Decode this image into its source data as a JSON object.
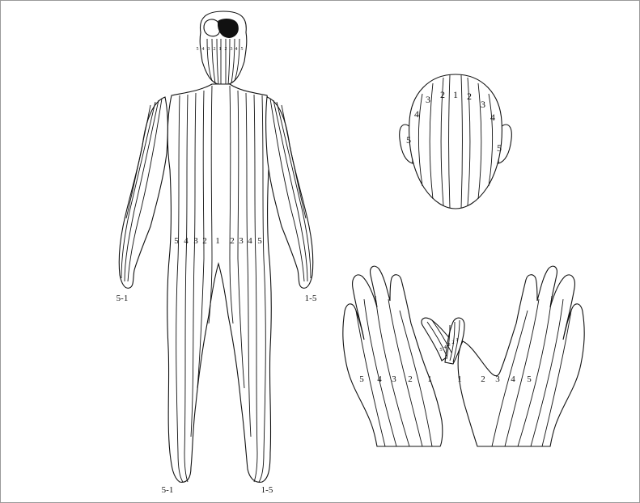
{
  "colors": {
    "stroke": "#111111",
    "background": "#ffffff",
    "border": "#9a9a9a"
  },
  "body_figure": {
    "face_zone_labels": [
      "5",
      "4",
      "3",
      "2",
      "1",
      "2",
      "3",
      "4",
      "5"
    ],
    "trunk_zone_labels": [
      "5",
      "4",
      "3",
      "2",
      "1",
      "2",
      "3",
      "4",
      "5"
    ],
    "right_hand_label": "5-1",
    "left_hand_label": "1-5",
    "right_foot_label": "5-1",
    "left_foot_label": "1-5"
  },
  "head_back": {
    "zone_labels": [
      "5",
      "4",
      "3",
      "2",
      "1",
      "2",
      "3",
      "4",
      "5"
    ]
  },
  "hands": {
    "left_hand_labels": [
      "5",
      "4",
      "3",
      "2",
      "1"
    ],
    "right_hand_labels": [
      "1",
      "2",
      "3",
      "4",
      "5"
    ],
    "thumb_labels": [
      "5",
      "4",
      "3",
      "2",
      "1"
    ]
  }
}
